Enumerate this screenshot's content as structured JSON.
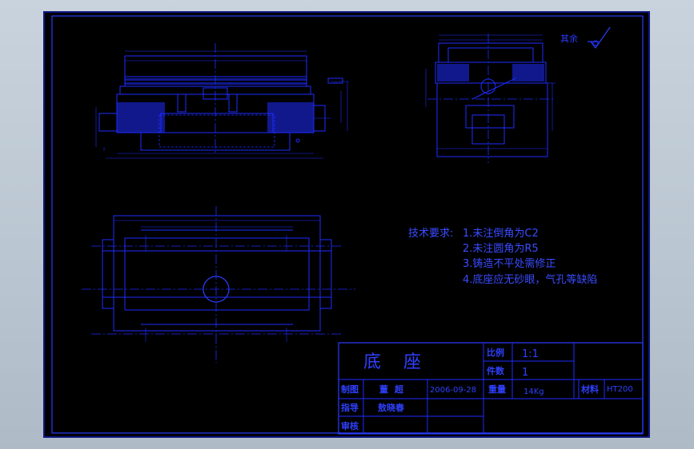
{
  "roughness": {
    "label": "其余"
  },
  "tech_requirements": {
    "title": "技术要求:",
    "items": [
      "1.未注倒角为C2",
      "2.未注圆角为R5",
      "3.铸造不平处需修正",
      "4.底座应无砂眼，气孔等缺陷"
    ]
  },
  "title_block": {
    "part_name": "底座",
    "scale_label": "比例",
    "scale_value": "1:1",
    "qty_label": "件数",
    "qty_value": "1",
    "drawn_label": "制图",
    "drawn_name": "董超",
    "drawn_date": "2006-09-28",
    "weight_label": "重量",
    "weight_value": "14Kg",
    "material_label": "材料",
    "material_value": "HT200",
    "guide_label": "指导",
    "guide_name": "敖晓春",
    "review_label": "审核"
  }
}
